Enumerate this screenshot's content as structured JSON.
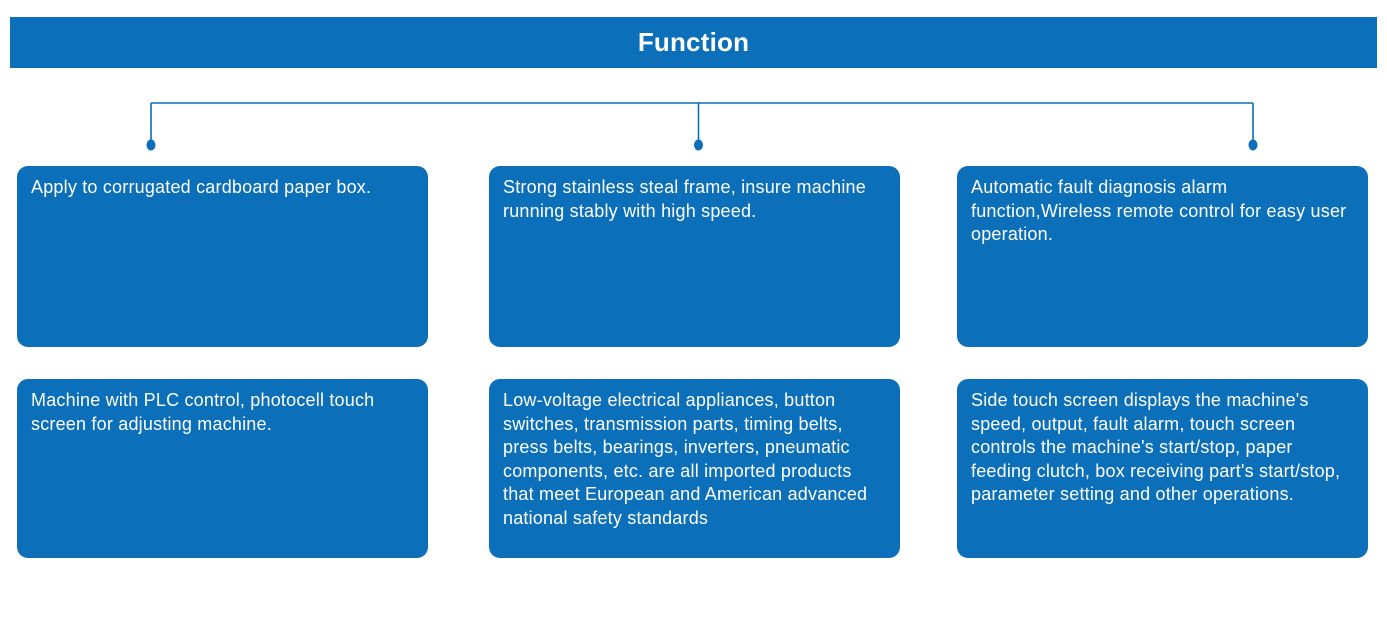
{
  "theme": {
    "accent": "#0b6fb9",
    "text_on_accent": "#ffffff",
    "background": "#ffffff"
  },
  "header": {
    "title": "Function"
  },
  "diagram": {
    "type": "tree-of-feature-boxes",
    "connector_dot_count": 3,
    "boxes": [
      {
        "text": "Apply to corrugated cardboard paper box."
      },
      {
        "text": "Strong stainless steal frame, insure machine running stably with high speed."
      },
      {
        "text": "Automatic fault diagnosis alarm function,Wireless remote control for easy user operation."
      },
      {
        "text": "Machine with PLC control, photocell touch screen for adjusting machine."
      },
      {
        "text": "Low-voltage electrical appliances, button switches, transmission parts, timing belts, press belts, bearings,  inverters, pneumatic components, etc. are all imported products that meet European and American advanced national safety standards"
      },
      {
        "text": "Side touch screen displays the machine's speed, output, fault alarm, touch screen controls the machine's start/stop, paper feeding clutch, box receiving part's start/stop, parameter setting and other operations."
      }
    ]
  }
}
